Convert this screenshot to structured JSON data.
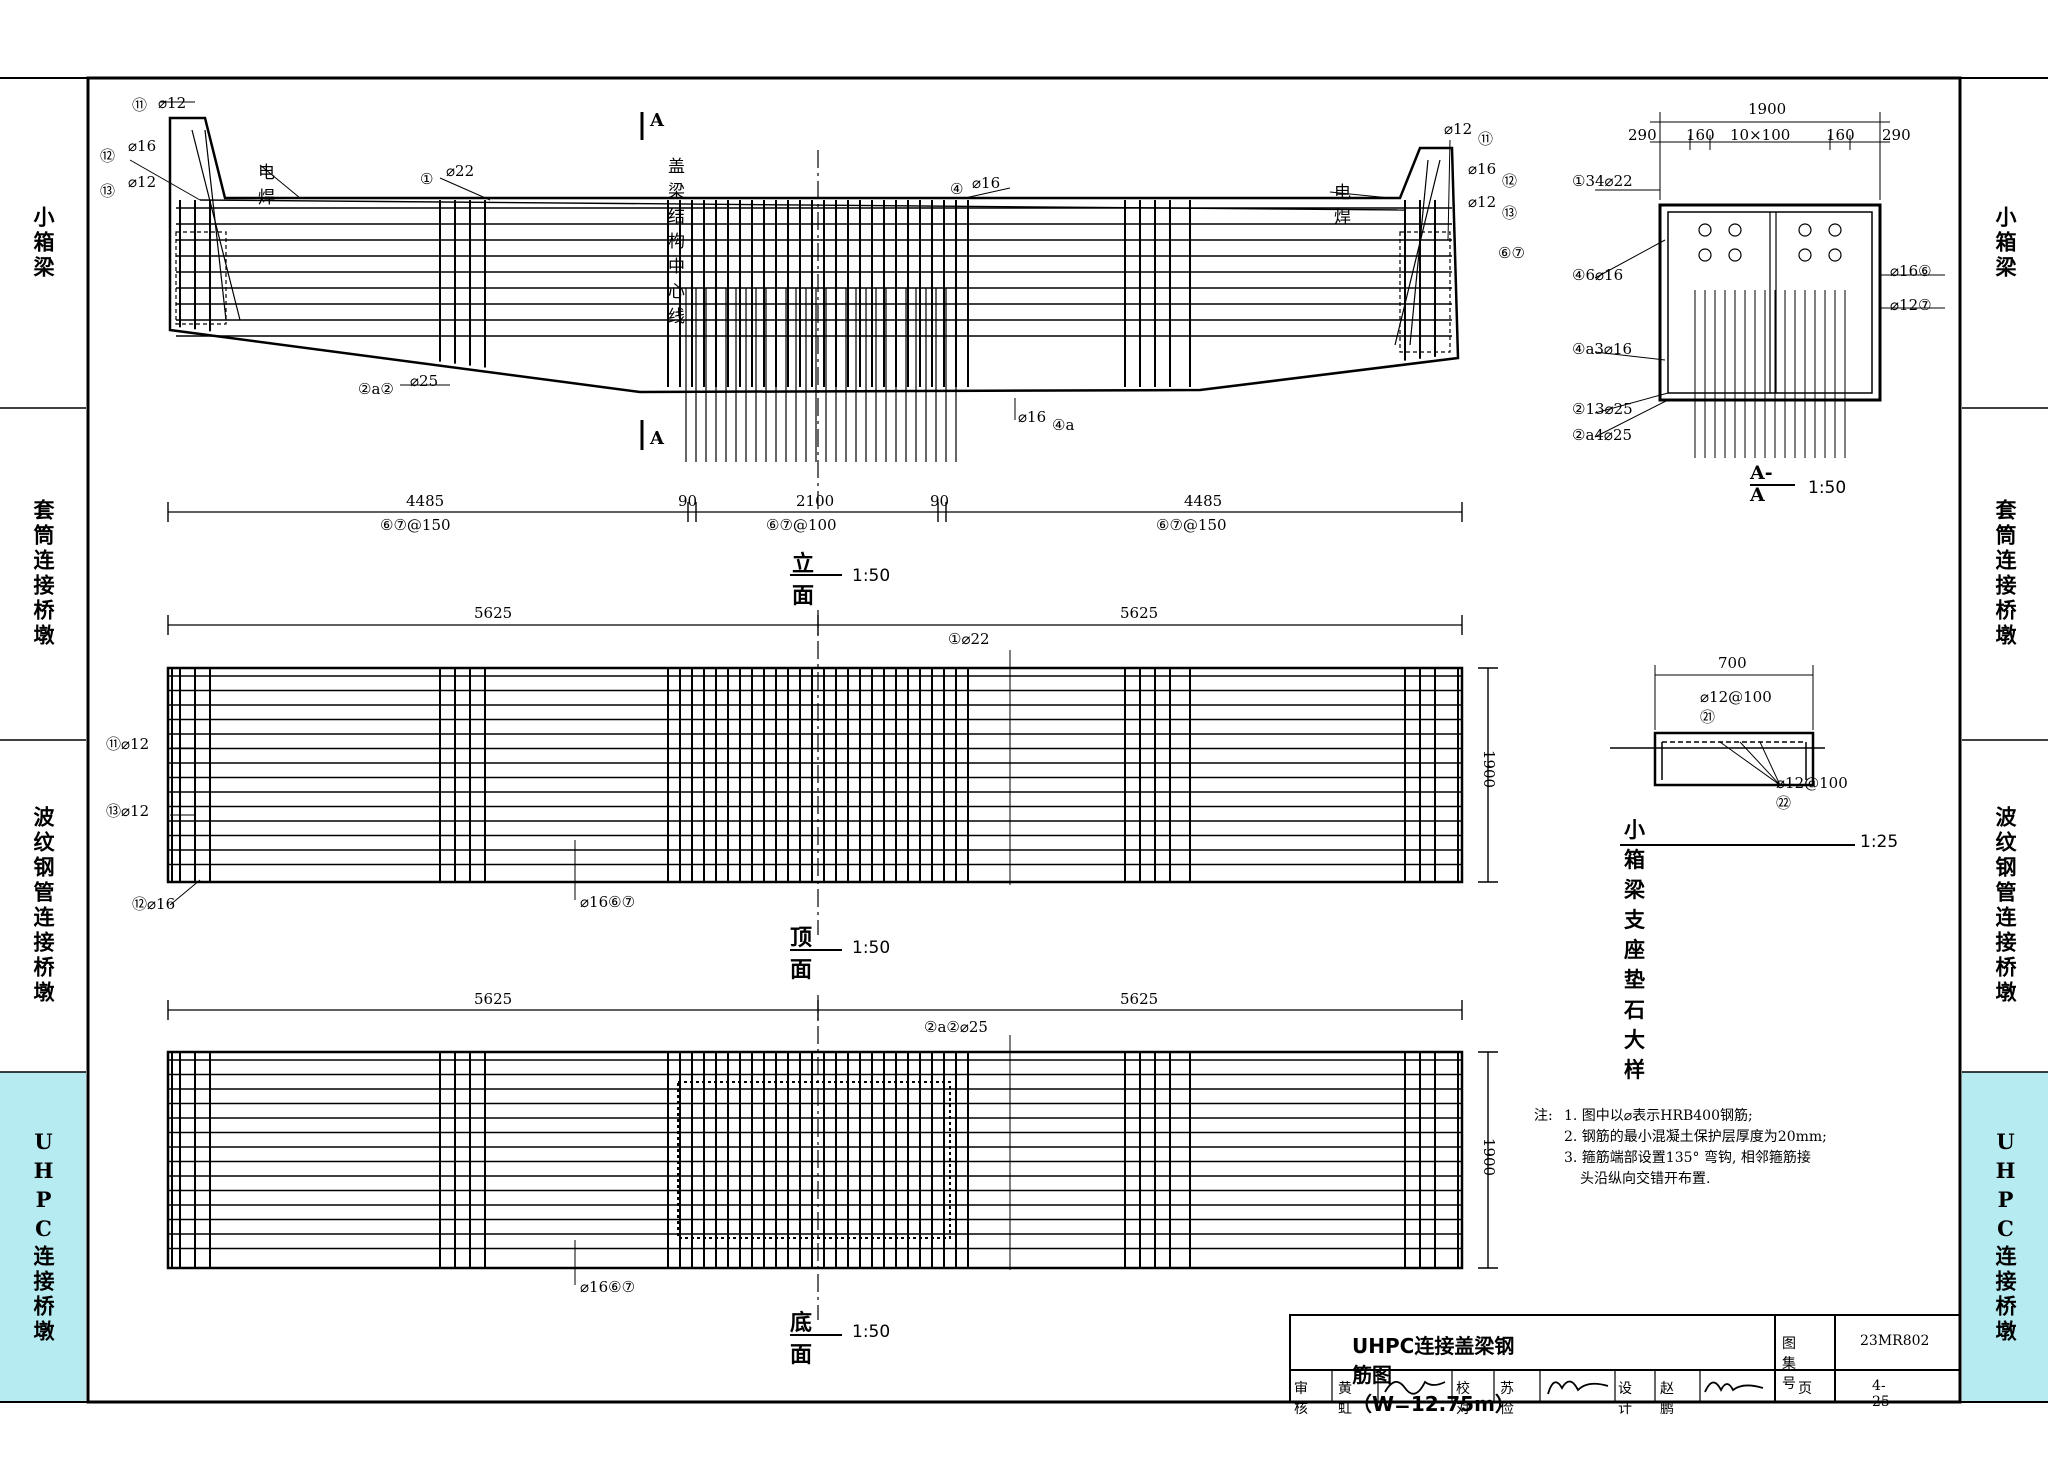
{
  "sidebar": {
    "tabs": [
      {
        "label": "小箱梁"
      },
      {
        "label": "套筒连接桥墩"
      },
      {
        "label": "波纹钢管连接桥墩"
      },
      {
        "label": "UHPC连接桥墩"
      }
    ],
    "active_color": "#b7ebf2"
  },
  "elevation": {
    "title": "立面",
    "scale": "1:50",
    "section_mark": "A",
    "centerline_label": "盖梁结构中心线",
    "weld_label": "电焊",
    "callouts": {
      "c11_left": "⑪",
      "c11_left_bar": "⌀12",
      "c12_left": "⑫",
      "c12_left_bar": "⌀16",
      "c13_left": "⑬",
      "c13_left_bar": "⌀12",
      "c1": "①",
      "c1_bar": "⌀22",
      "c4": "④",
      "c4_bar": "⌀16",
      "c11_right": "⑪",
      "c11_right_bar": "⌀12",
      "c12_right": "⑫",
      "c12_right_bar": "⌀16",
      "c13_right": "⑬",
      "c13_right_bar": "⌀12",
      "c67": "⑥⑦",
      "c2a2": "②a②",
      "c2a2_bar": "⌀25",
      "c4a": "④a",
      "c4a_bar": "⌀16"
    },
    "dims": {
      "left": "4485",
      "left_sp": "⑥⑦@150",
      "g1": "90",
      "mid": "2100",
      "mid_sp": "⑥⑦@100",
      "g2": "90",
      "right": "4485",
      "right_sp": "⑥⑦@150"
    }
  },
  "section": {
    "title": "A-A",
    "scale": "1:50",
    "top_dim": "1900",
    "sub_dims": [
      "290",
      "160",
      "10×100",
      "160",
      "290"
    ],
    "callouts": {
      "c1": "①34⌀22",
      "c4": "④6⌀16",
      "c4a": "④a3⌀16",
      "c2": "②13⌀25",
      "c2a": "②a4⌀25",
      "c6": "⌀16⑥",
      "c7": "⌀12⑦"
    }
  },
  "top_view": {
    "title": "顶面",
    "scale": "1:50",
    "dim_left": "5625",
    "dim_right": "5625",
    "dim_side": "1900",
    "c1": "①⌀22",
    "c11": "⑪⌀12",
    "c13": "⑬⌀12",
    "c12": "⑫⌀16",
    "c67": "⌀16⑥⑦"
  },
  "bottom_view": {
    "title": "底面",
    "scale": "1:50",
    "dim_left": "5625",
    "dim_right": "5625",
    "dim_side": "1900",
    "c2": "②a②⌀25",
    "c67": "⌀16⑥⑦"
  },
  "bearing_detail": {
    "title": "小箱梁支座垫石大样",
    "scale": "1:25",
    "dim": "700",
    "c21": "⌀12@100㉑",
    "c22": "⌀12@100㉒"
  },
  "notes": {
    "head": "注:",
    "items": [
      "1. 图中以⌀表示HRB400钢筋;",
      "2. 钢筋的最小混凝土保护层厚度为20mm;",
      "3. 箍筋端部设置135° 弯钩, 相邻箍筋接",
      "头沿纵向交错开布置."
    ]
  },
  "title_block": {
    "drawing_title": "UHPC连接盖梁钢筋图（W=12.75m）",
    "atlas_label": "图集号",
    "atlas_no": "23MR802",
    "review_label": "审核",
    "reviewer": "黄虹",
    "check_label": "校对",
    "checker": "苏俭",
    "design_label": "设计",
    "designer": "赵鹏",
    "page_label": "页",
    "page_no": "4-25"
  }
}
